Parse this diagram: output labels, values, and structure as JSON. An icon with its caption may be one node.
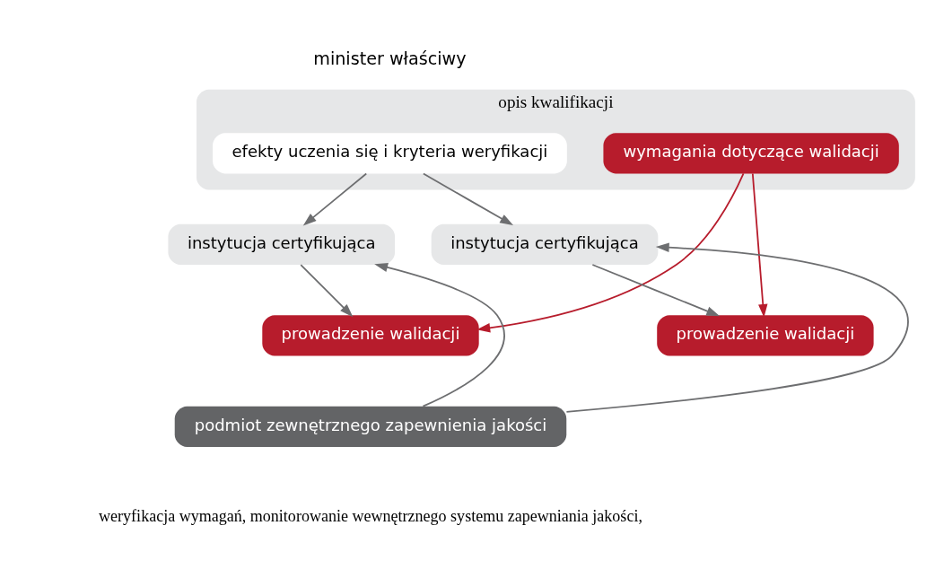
{
  "diagram": {
    "nodes": [
      {
        "text": [
          "opis kwalifikacji"
        ],
        "beside": [
          "minister właściwy"
        ]
      },
      {
        "text": [
          "efekty uczenia się i kryteria weryfikacji"
        ],
        "in": 0
      },
      {
        "text": [
          "wymagania dotyczące walidacji"
        ],
        "in": 0
      },
      {
        "text": [
          "instytucja certyfikująca"
        ]
      },
      {
        "text": [
          "instytucja certyfikująca"
        ]
      },
      {
        "text": [
          "prowadzenie walidacji"
        ]
      },
      {
        "text": [
          "prowadzenie walidacji"
        ]
      },
      {
        "text": [
          "podmiot zewnętrznego zapewnienia jakości"
        ]
      }
    ],
    "edges": [
      {
        "from": 1,
        "to": 3,
        "arrow": "to"
      },
      {
        "from": 1,
        "to": 4,
        "arrow": "to"
      },
      {
        "from": 3,
        "to": 5,
        "arrow": "to"
      },
      {
        "from": 4,
        "to": 6,
        "arrow": "to"
      },
      {
        "from": 2,
        "to": 5,
        "arrow": "to",
        "color": "#b71c2c"
      },
      {
        "from": 2,
        "to": 6,
        "arrow": "to",
        "color": "#b71c2c"
      },
      {
        "from": 7,
        "to": 3,
        "arrow": "to"
      },
      {
        "from": 7,
        "to": 4,
        "arrow": "to"
      }
    ],
    "labels": [
      "weryfikacja wymagań, monitorowanie wewnętrznego systemu zapewniania jakości,"
    ]
  }
}
